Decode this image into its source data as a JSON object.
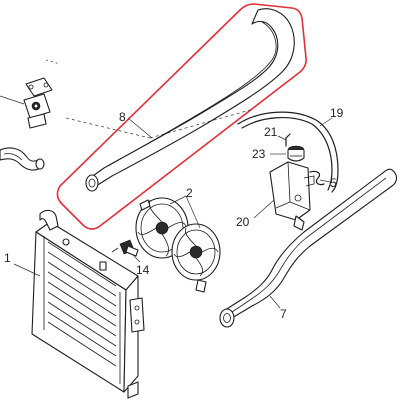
{
  "diagram": {
    "callouts": {
      "c1": "1",
      "c2": "2",
      "c5": "5",
      "c7": "7",
      "c8": "8",
      "c14": "14",
      "c19": "19",
      "c20": "20",
      "c21": "21",
      "c23": "23"
    },
    "highlight_color": "#e0303a"
  }
}
